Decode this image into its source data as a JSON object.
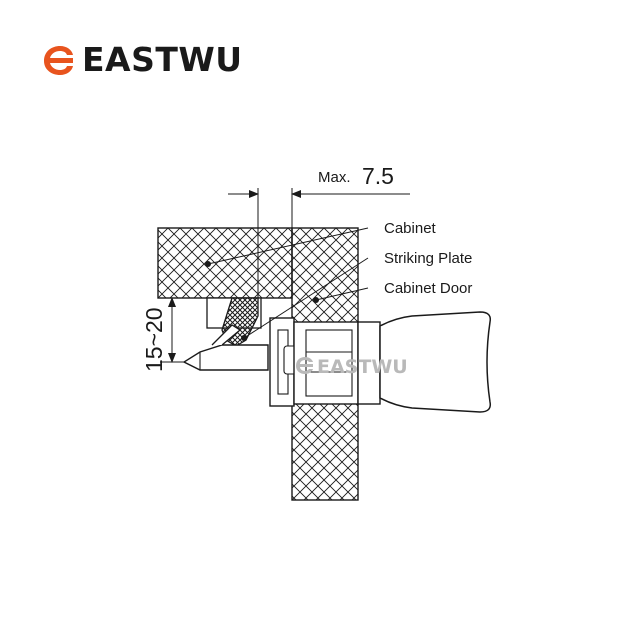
{
  "brand": {
    "name": "EASTWU",
    "accent": "#e8541e"
  },
  "dimensions": {
    "max_prefix": "Max.",
    "max_value": "7.5",
    "range": "15~20"
  },
  "labels": {
    "cabinet": "Cabinet",
    "striking_plate": "Striking Plate",
    "cabinet_door": "Cabinet Door"
  },
  "watermark": "EASTWU",
  "colors": {
    "line": "#1a1a1a",
    "hatch": "#1a1a1a",
    "watermark": "#b9b9b9"
  }
}
